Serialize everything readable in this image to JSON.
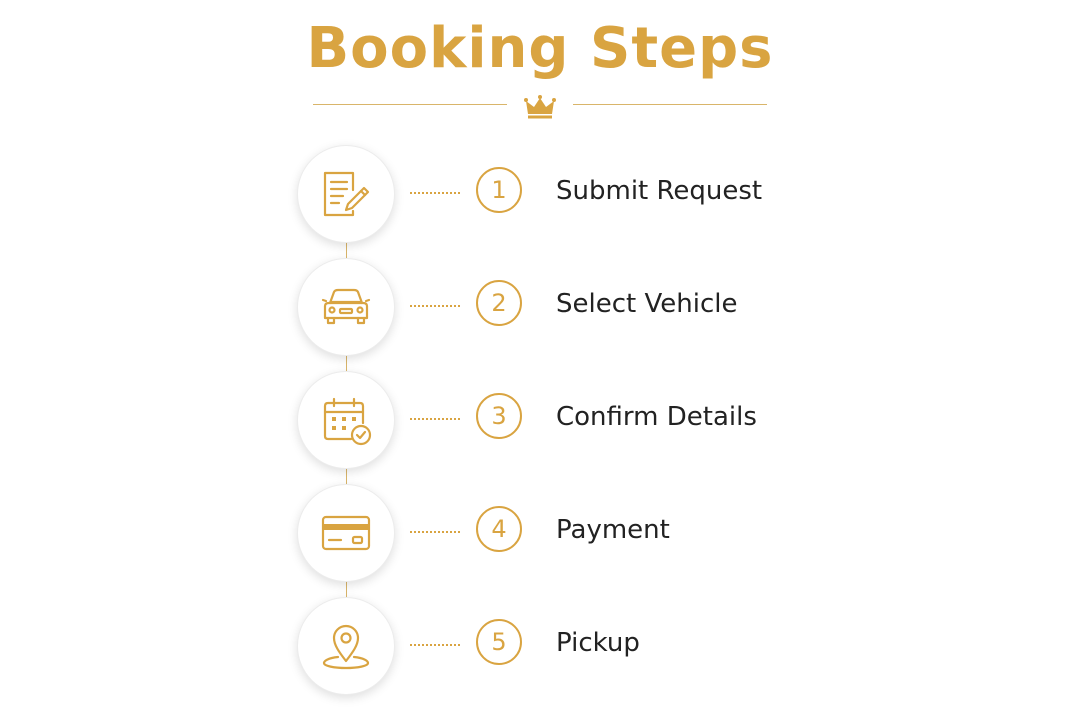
{
  "title": "Booking Steps",
  "colors": {
    "accent": "#d9a441",
    "text": "#222222",
    "background": "#ffffff"
  },
  "steps": [
    {
      "number": "1",
      "label": "Submit Request",
      "icon": "document-edit-icon"
    },
    {
      "number": "2",
      "label": "Select Vehicle",
      "icon": "car-icon"
    },
    {
      "number": "3",
      "label": "Confirm Details",
      "icon": "calendar-check-icon"
    },
    {
      "number": "4",
      "label": "Payment",
      "icon": "credit-card-icon"
    },
    {
      "number": "5",
      "label": "Pickup",
      "icon": "location-pin-icon"
    }
  ]
}
